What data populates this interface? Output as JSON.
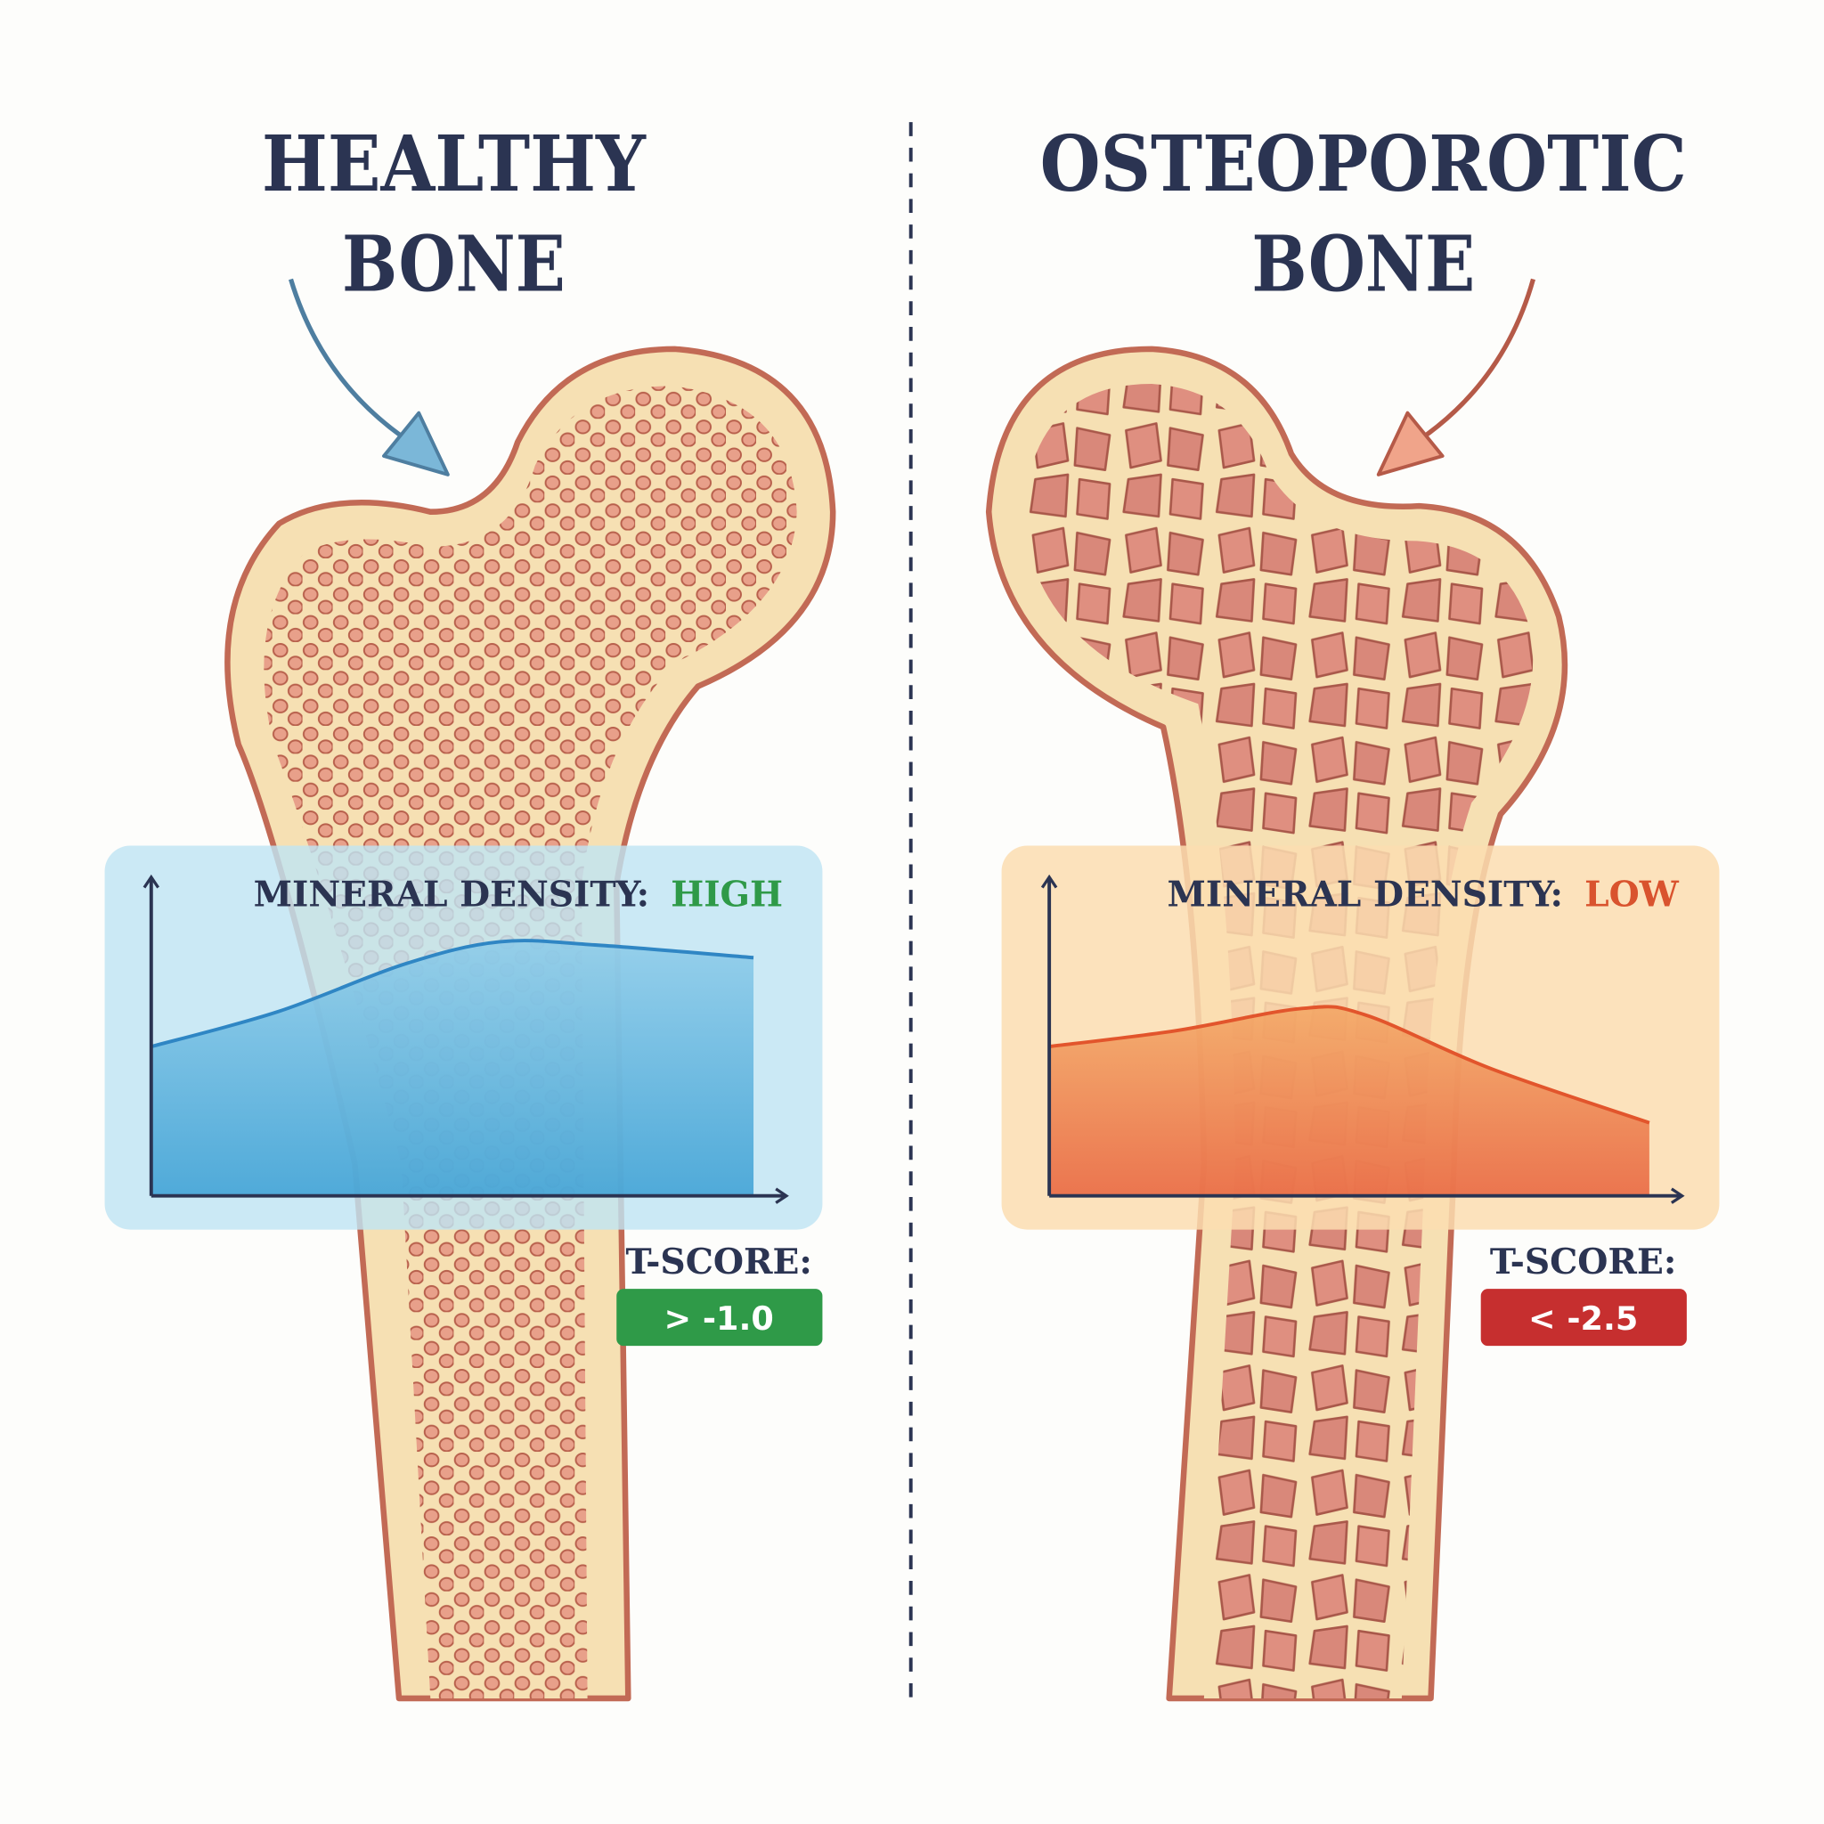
{
  "left": {
    "title_line1": "HEALTHY",
    "title_line2": "BONE",
    "density_label": "MINERAL DENSITY:",
    "density_value": "HIGH",
    "tscore_label": "T-SCORE:",
    "tscore_value": "> -1.0"
  },
  "right": {
    "title_line1": "OSTEOPOROTIC",
    "title_line2": "BONE",
    "density_label": "MINERAL DENSITY:",
    "density_value": "LOW",
    "tscore_label": "T-SCORE:",
    "tscore_value": "< -2.5"
  },
  "colors": {
    "title": "#2b3452",
    "healthy_accent": "#2f9a48",
    "osteo_accent": "#d9532e",
    "healthy_badge": "#2f9a48",
    "osteo_badge": "#c62f2f",
    "healthy_curve": "#2f86c4",
    "osteo_curve": "#e2552c",
    "bone_fill": "#f6e0b3",
    "bone_outline": "#c26a55"
  },
  "chart_data": [
    {
      "type": "area",
      "title": "MINERAL DENSITY: HIGH",
      "xlabel": "",
      "ylabel": "",
      "xlim": [
        0,
        10
      ],
      "ylim": [
        0,
        10
      ],
      "grid": false,
      "x": [
        0,
        2,
        4,
        5.5,
        7,
        9.5
      ],
      "values": [
        4.7,
        5.8,
        7.3,
        8.0,
        7.9,
        7.5
      ]
    },
    {
      "type": "area",
      "title": "MINERAL DENSITY: LOW",
      "xlabel": "",
      "ylabel": "",
      "xlim": [
        0,
        10
      ],
      "ylim": [
        0,
        10
      ],
      "grid": false,
      "x": [
        0,
        2,
        4,
        5,
        7,
        9.5
      ],
      "values": [
        4.7,
        5.2,
        5.9,
        5.7,
        4.0,
        2.3
      ]
    }
  ]
}
